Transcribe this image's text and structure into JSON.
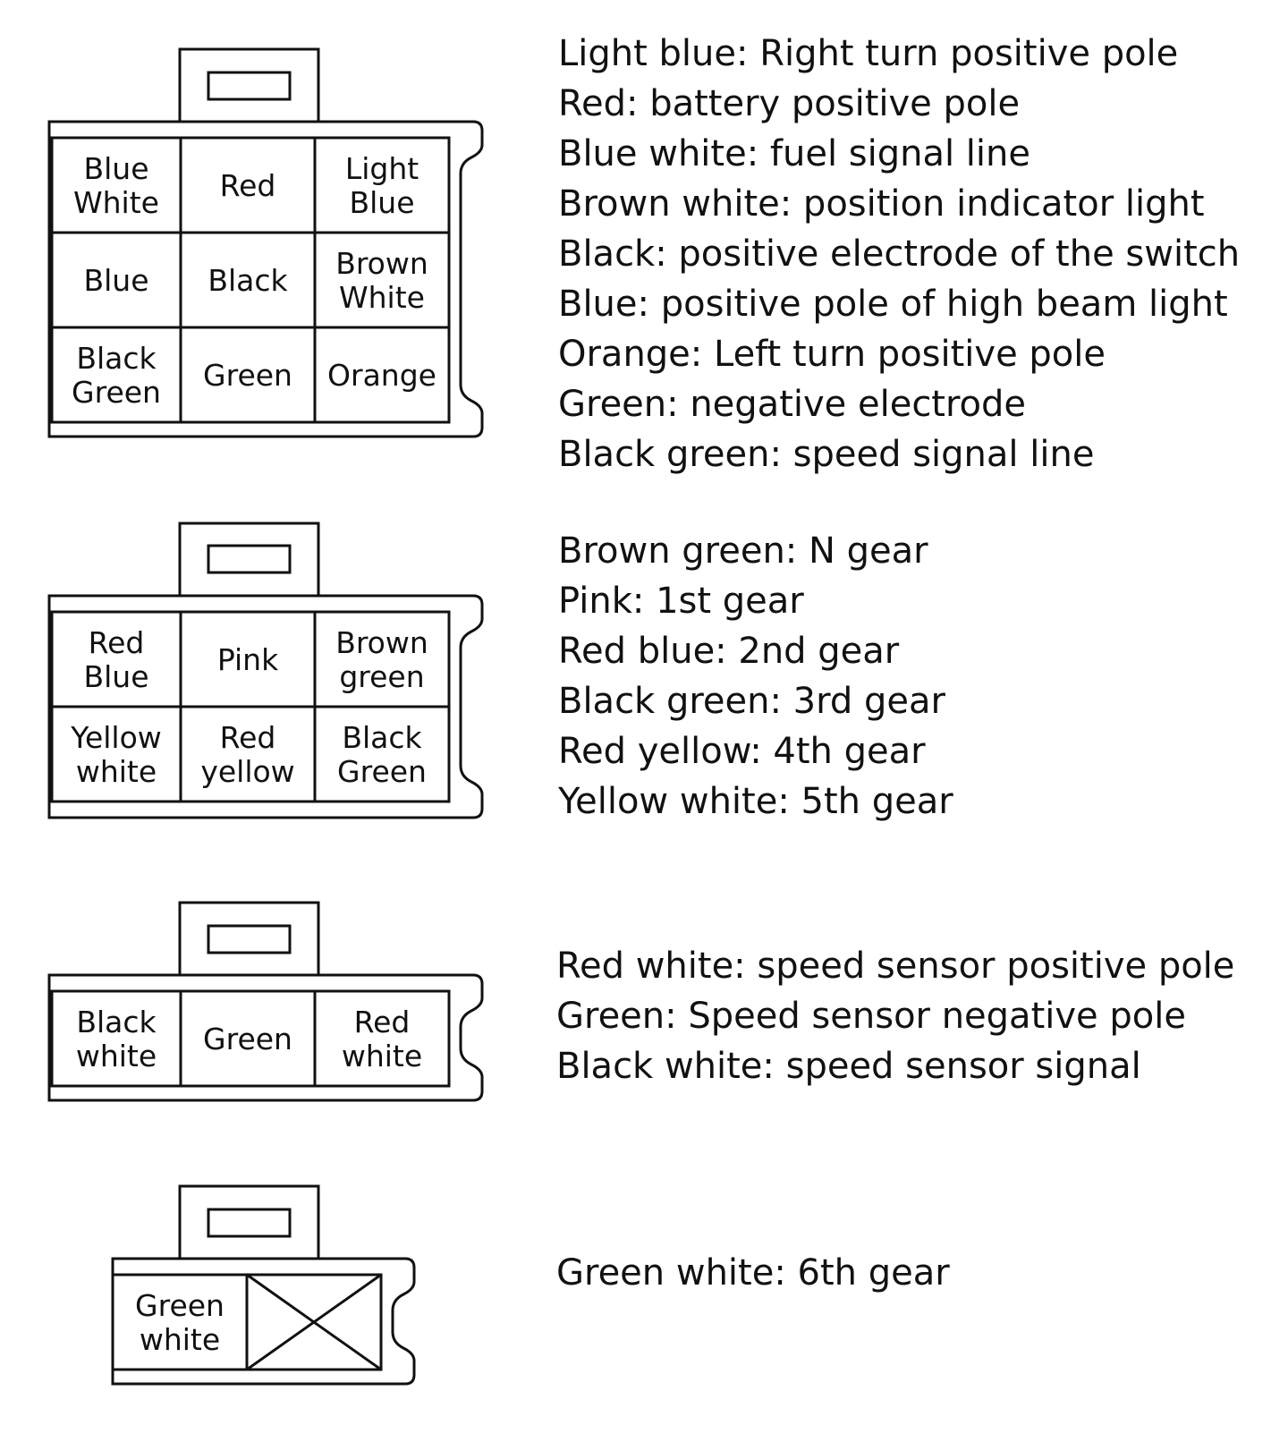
{
  "connectors": [
    {
      "id": "connector-9pin",
      "cells": [
        [
          "Blue\nWhite",
          "Red",
          "Light\nBlue"
        ],
        [
          "Blue",
          "Black",
          "Brown\nWhite"
        ],
        [
          "Black\nGreen",
          "Green",
          "Orange"
        ]
      ],
      "legend": [
        "Light blue: Right turn positive pole",
        "Red: battery positive pole",
        "Blue white: fuel signal line",
        "Brown white: position indicator light",
        "Black: positive electrode of the switch",
        "Blue: positive pole of high beam light",
        "Orange: Left turn positive pole",
        "Green: negative electrode",
        "Black green: speed signal line"
      ]
    },
    {
      "id": "connector-6pin",
      "cells": [
        [
          "Red\nBlue",
          "Pink",
          "Brown\ngreen"
        ],
        [
          "Yellow\nwhite",
          "Red\nyellow",
          "Black\nGreen"
        ]
      ],
      "legend": [
        "Brown green: N gear",
        "Pink: 1st gear",
        "Red blue: 2nd gear",
        "Black green: 3rd gear",
        "Red yellow: 4th gear",
        "Yellow white: 5th gear"
      ]
    },
    {
      "id": "connector-3pin",
      "cells": [
        [
          "Black\nwhite",
          "Green",
          "Red\nwhite"
        ]
      ],
      "legend": [
        "Red white: speed sensor positive pole",
        "Green: Speed sensor negative pole",
        "Black white: speed sensor signal"
      ]
    },
    {
      "id": "connector-2pin",
      "cells": [
        [
          "Green\nwhite",
          ""
        ]
      ],
      "legend": [
        "Green white: 6th gear"
      ]
    }
  ]
}
